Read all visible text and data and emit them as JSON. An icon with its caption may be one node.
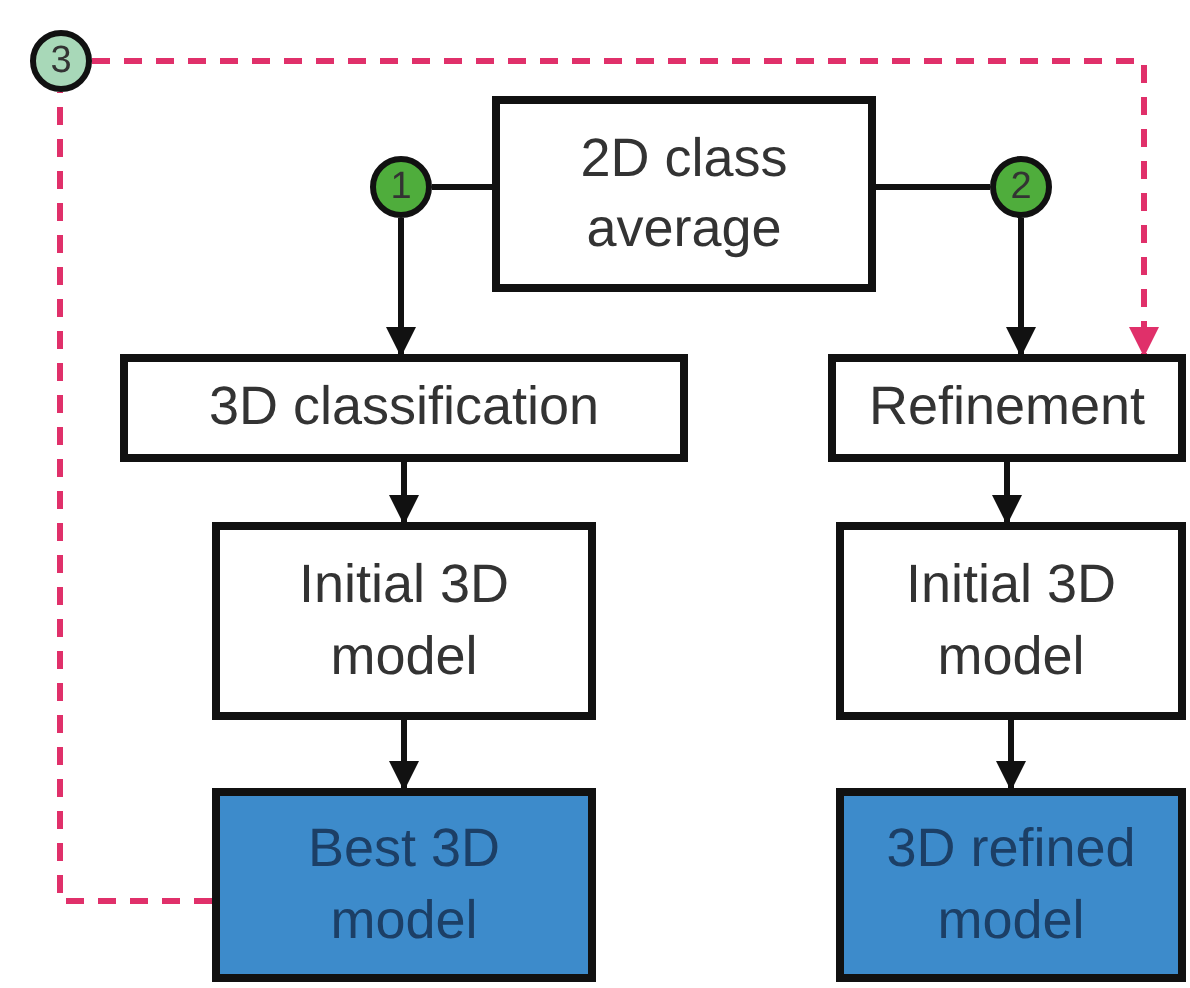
{
  "diagram": {
    "nodes": [
      {
        "text": [
          "2D class average"
        ]
      },
      {
        "text": [
          "1"
        ]
      },
      {
        "text": [
          "2"
        ]
      },
      {
        "text": [
          "3"
        ]
      },
      {
        "text": [
          "3D classification"
        ]
      },
      {
        "text": [
          "Refinement"
        ]
      },
      {
        "text": [
          "Initial 3D model"
        ]
      },
      {
        "text": [
          "Initial 3D model"
        ]
      },
      {
        "text": [
          "Best 3D model"
        ]
      },
      {
        "text": [
          "3D refined model"
        ]
      }
    ],
    "edges": [
      {
        "from": 0,
        "to": 1,
        "arrow": "none"
      },
      {
        "from": 0,
        "to": 2,
        "arrow": "none"
      },
      {
        "from": 1,
        "to": 4,
        "arrow": "to"
      },
      {
        "from": 2,
        "to": 5,
        "arrow": "to"
      },
      {
        "from": 4,
        "to": 6,
        "arrow": "to"
      },
      {
        "from": 6,
        "to": 8,
        "arrow": "to"
      },
      {
        "from": 5,
        "to": 7,
        "arrow": "to"
      },
      {
        "from": 7,
        "to": 9,
        "arrow": "to"
      },
      {
        "from": 8,
        "to": 3,
        "arrow": "none",
        "style": "dashed",
        "color": "#e0306a"
      },
      {
        "from": 3,
        "to": 5,
        "arrow": "to",
        "style": "dashed",
        "color": "#e0306a"
      }
    ]
  }
}
